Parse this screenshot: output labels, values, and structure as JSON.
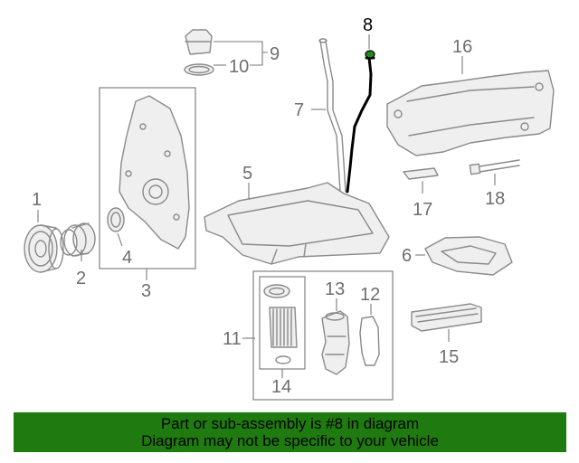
{
  "callouts": {
    "c1": "1",
    "c2": "2",
    "c3": "3",
    "c4": "4",
    "c5": "5",
    "c6": "6",
    "c7": "7",
    "c8": "8",
    "c9": "9",
    "c10": "10",
    "c11": "11",
    "c12": "12",
    "c13": "13",
    "c14": "14",
    "c15": "15",
    "c16": "16",
    "c17": "17",
    "c18": "18"
  },
  "highlighted_part": "8",
  "colors": {
    "highlight": "#000000",
    "line_art": "#8a8a8a",
    "banner_bg": "#1f7a0f",
    "banner_text": "#000000"
  },
  "banner": {
    "line1": "Part or sub-assembly is #8 in diagram",
    "line2": "Diagram may not be specific to your vehicle"
  }
}
